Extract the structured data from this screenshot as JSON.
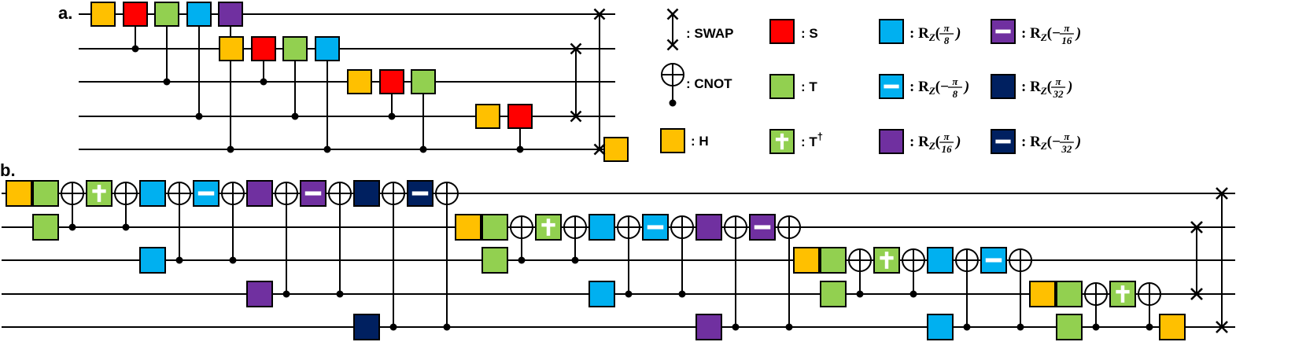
{
  "panels": {
    "a": "a.",
    "b": "b."
  },
  "colors": {
    "H": "#FFC000",
    "S": "#FF0000",
    "T": "#92D050",
    "Tdg": "#92D050",
    "R8": "#00B0F0",
    "R8m": "#00B0F0",
    "R16": "#7030A0",
    "R16m": "#7030A0",
    "R32": "#002060",
    "R32m": "#002060"
  },
  "legend": {
    "swap": ": SWAP",
    "cnot": ": CNOT",
    "H": ": H",
    "S": ": S",
    "T": ": T",
    "Tdg_prefix": ": T",
    "Tdg_sup": "†",
    "rz_prefix": ": R",
    "rz_sub": "Z",
    "minus": "−",
    "pi": "π",
    "d8": "8",
    "d16": "16",
    "d32": "32",
    "dagger": "†"
  },
  "circuit_a": {
    "qubits": 5,
    "gates": [
      [
        "H",
        0
      ],
      [
        "S",
        0,
        1
      ],
      [
        "T",
        0,
        2
      ],
      [
        "R8",
        0,
        3
      ],
      [
        "R16",
        0,
        4
      ],
      [
        "H",
        1
      ],
      [
        "S",
        1,
        2
      ],
      [
        "T",
        1,
        3
      ],
      [
        "R8",
        1,
        4
      ],
      [
        "H",
        2
      ],
      [
        "S",
        2,
        3
      ],
      [
        "T",
        2,
        4
      ],
      [
        "H",
        3
      ],
      [
        "S",
        3,
        4
      ],
      [
        "H",
        4
      ]
    ],
    "swaps": [
      [
        1,
        3
      ],
      [
        0,
        4
      ]
    ]
  },
  "circuit_b": {
    "qubits": 5,
    "columns": [
      [
        [
          "H",
          0
        ]
      ],
      [
        [
          "T",
          0
        ],
        [
          "T",
          1
        ]
      ],
      [
        [
          "X",
          0,
          1
        ]
      ],
      [
        [
          "Tdg",
          0
        ]
      ],
      [
        [
          "X",
          0,
          1
        ]
      ],
      [
        [
          "R8",
          0
        ],
        [
          "R8",
          2
        ]
      ],
      [
        [
          "X",
          0,
          2
        ]
      ],
      [
        [
          "R8m",
          0
        ]
      ],
      [
        [
          "X",
          0,
          2
        ]
      ],
      [
        [
          "R16",
          0
        ],
        [
          "R16",
          3
        ]
      ],
      [
        [
          "X",
          0,
          3
        ]
      ],
      [
        [
          "R16m",
          0
        ]
      ],
      [
        [
          "X",
          0,
          3
        ]
      ],
      [
        [
          "R32",
          0
        ],
        [
          "R32",
          4
        ]
      ],
      [
        [
          "X",
          0,
          4
        ]
      ],
      [
        [
          "R32m",
          0
        ]
      ],
      [
        [
          "X",
          0,
          4
        ]
      ],
      [
        [
          "H",
          1
        ]
      ],
      [
        [
          "T",
          1
        ],
        [
          "T",
          2
        ]
      ],
      [
        [
          "X",
          1,
          2
        ]
      ],
      [
        [
          "Tdg",
          1
        ]
      ],
      [
        [
          "X",
          1,
          2
        ]
      ],
      [
        [
          "R8",
          1
        ],
        [
          "R8",
          3
        ]
      ],
      [
        [
          "X",
          1,
          3
        ]
      ],
      [
        [
          "R8m",
          1
        ]
      ],
      [
        [
          "X",
          1,
          3
        ]
      ],
      [
        [
          "R16",
          1
        ],
        [
          "R16",
          4
        ]
      ],
      [
        [
          "X",
          1,
          4
        ]
      ],
      [
        [
          "R16m",
          1
        ]
      ],
      [
        [
          "X",
          1,
          4
        ]
      ],
      [
        [
          "H",
          2
        ]
      ],
      [
        [
          "T",
          2
        ],
        [
          "T",
          3
        ]
      ],
      [
        [
          "X",
          2,
          3
        ]
      ],
      [
        [
          "Tdg",
          2
        ]
      ],
      [
        [
          "X",
          2,
          3
        ]
      ],
      [
        [
          "R8",
          2
        ],
        [
          "R8",
          4
        ]
      ],
      [
        [
          "X",
          2,
          4
        ]
      ],
      [
        [
          "R8m",
          2
        ]
      ],
      [
        [
          "X",
          2,
          4
        ]
      ],
      [
        [
          "H",
          3
        ]
      ],
      [
        [
          "T",
          3
        ],
        [
          "T",
          4
        ]
      ],
      [
        [
          "X",
          3,
          4
        ]
      ],
      [
        [
          "Tdg",
          3
        ]
      ],
      [
        [
          "X",
          3,
          4
        ]
      ],
      [
        [
          "H",
          4
        ]
      ]
    ],
    "swaps": [
      [
        1,
        3
      ],
      [
        0,
        4
      ]
    ]
  }
}
